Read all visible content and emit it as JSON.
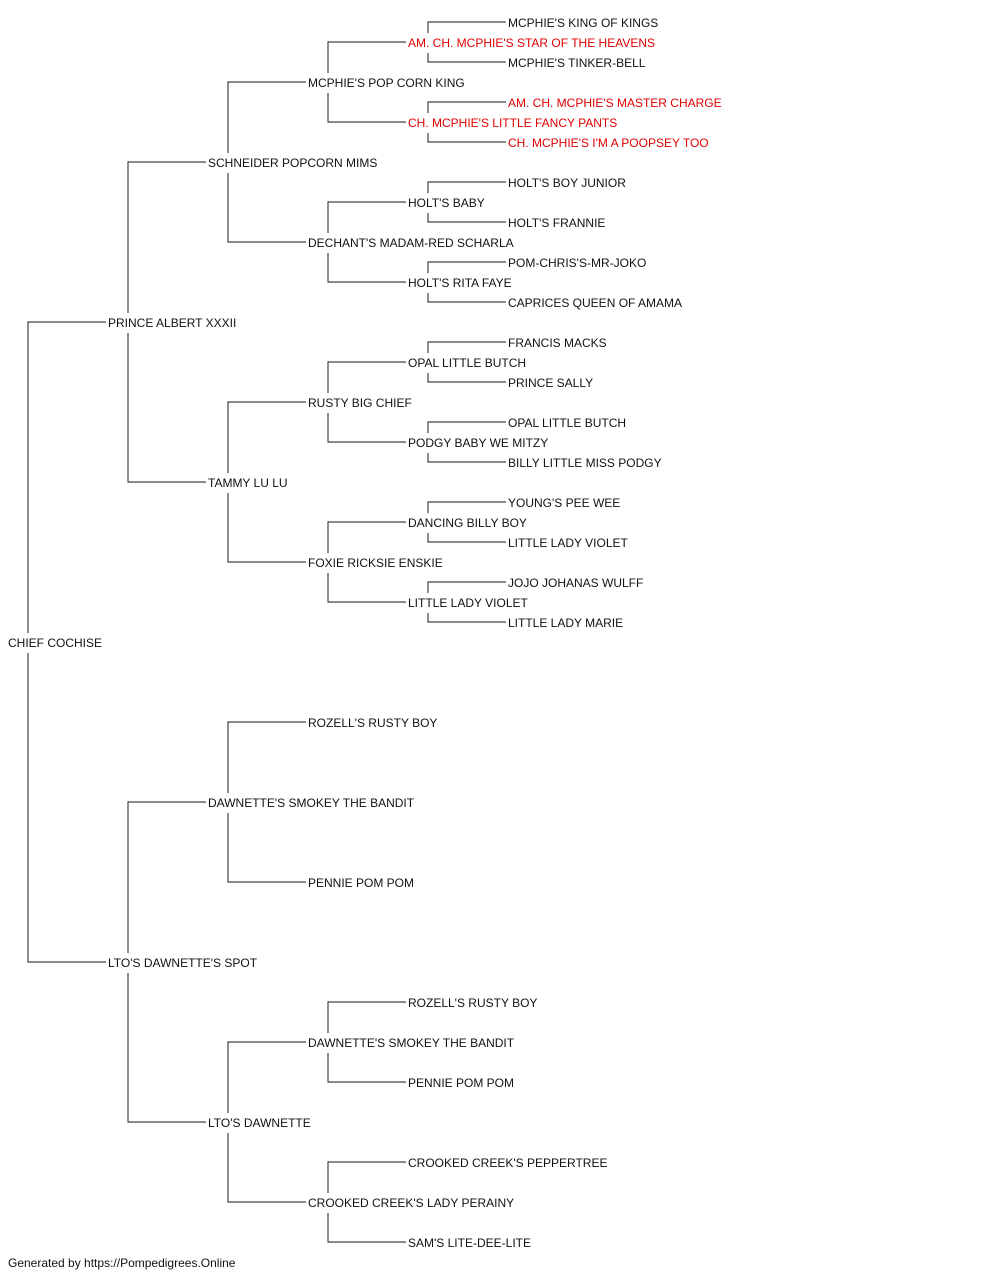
{
  "colors": {
    "normal": "#111111",
    "champion": "#e00000",
    "line": "#444444"
  },
  "pedigree": {
    "name": "CHIEF COCHISE",
    "sire": {
      "name": "PRINCE ALBERT XXXII",
      "sire": {
        "name": "SCHNEIDER POPCORN MIMS",
        "sire": {
          "name": "MCPHIE'S POP CORN KING",
          "sire": {
            "name": "AM. CH. MCPHIE'S STAR OF THE HEAVENS",
            "champion": true,
            "sire": {
              "name": "MCPHIE'S KING OF KINGS"
            },
            "dam": {
              "name": "MCPHIE'S TINKER-BELL"
            }
          },
          "dam": {
            "name": "CH. MCPHIE'S LITTLE FANCY PANTS",
            "champion": true,
            "sire": {
              "name": "AM. CH. MCPHIE'S MASTER CHARGE",
              "champion": true
            },
            "dam": {
              "name": "CH. MCPHIE'S I'M A POOPSEY TOO",
              "champion": true
            }
          }
        },
        "dam": {
          "name": "DECHANT'S MADAM-RED SCHARLA",
          "sire": {
            "name": "HOLT'S BABY",
            "sire": {
              "name": "HOLT'S BOY JUNIOR"
            },
            "dam": {
              "name": "HOLT'S FRANNIE"
            }
          },
          "dam": {
            "name": "HOLT'S RITA FAYE",
            "sire": {
              "name": "POM-CHRIS'S-MR-JOKO"
            },
            "dam": {
              "name": "CAPRICES QUEEN OF AMAMA"
            }
          }
        }
      },
      "dam": {
        "name": "TAMMY LU LU",
        "sire": {
          "name": "RUSTY BIG CHIEF",
          "sire": {
            "name": "OPAL LITTLE BUTCH",
            "sire": {
              "name": "FRANCIS MACKS"
            },
            "dam": {
              "name": "PRINCE SALLY"
            }
          },
          "dam": {
            "name": "PODGY BABY WE MITZY",
            "sire": {
              "name": "OPAL LITTLE BUTCH"
            },
            "dam": {
              "name": "BILLY LITTLE MISS PODGY"
            }
          }
        },
        "dam": {
          "name": "FOXIE RICKSIE ENSKIE",
          "sire": {
            "name": "DANCING BILLY BOY",
            "sire": {
              "name": "YOUNG'S PEE WEE"
            },
            "dam": {
              "name": "LITTLE LADY VIOLET"
            }
          },
          "dam": {
            "name": "LITTLE LADY VIOLET",
            "sire": {
              "name": "JOJO JOHANAS WULFF"
            },
            "dam": {
              "name": "LITTLE LADY MARIE"
            }
          }
        }
      }
    },
    "dam": {
      "name": "LTO'S DAWNETTE'S SPOT",
      "sire": {
        "name": "DAWNETTE'S SMOKEY THE BANDIT",
        "sire": {
          "name": "ROZELL'S RUSTY BOY"
        },
        "dam": {
          "name": "PENNIE POM POM"
        }
      },
      "dam": {
        "name": "LTO'S DAWNETTE",
        "sire": {
          "name": "DAWNETTE'S SMOKEY THE BANDIT",
          "sire": {
            "name": "ROZELL'S RUSTY BOY"
          },
          "dam": {
            "name": "PENNIE POM POM"
          }
        },
        "dam": {
          "name": "CROOKED CREEK'S LADY PERAINY",
          "sire": {
            "name": "CROOKED CREEK'S PEPPERTREE"
          },
          "dam": {
            "name": "SAM'S LITE-DEE-LITE"
          }
        }
      }
    }
  },
  "footer": "Generated by https://Pompedigrees.Online"
}
